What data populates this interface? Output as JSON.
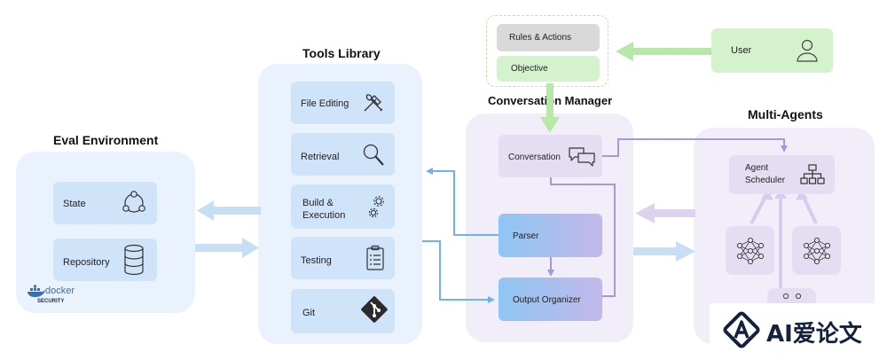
{
  "colors": {
    "blue_panel": "#eaf3fd",
    "blue_card": "#cfe4f9",
    "purple_panel": "#f2eef9",
    "purple_card": "#e5def2",
    "green_card": "#d4f3cd",
    "gray_card": "#d9d9d9",
    "blue_arrow": "#6fb3ee",
    "purple_arrow": "#a799d6",
    "green_arrow": "#b8e8a8"
  },
  "eval_env": {
    "title": "Eval Environment",
    "items": [
      {
        "label": "State",
        "icon": "cycle-nodes-icon"
      },
      {
        "label": "Repository",
        "icon": "database-icon"
      }
    ],
    "docker_logo": "docker",
    "docker_sub": "SECURITY"
  },
  "tools": {
    "title": "Tools Library",
    "items": [
      {
        "label": "File Editing",
        "icon": "hammer-wrench-icon"
      },
      {
        "label": "Retrieval",
        "icon": "magnifier-icon"
      },
      {
        "label": "Build &",
        "label2": "Execution",
        "icon": "gears-icon"
      },
      {
        "label": "Testing",
        "icon": "clipboard-list-icon"
      },
      {
        "label": "Git",
        "icon": "git-icon"
      }
    ]
  },
  "user_block": {
    "rules": "Rules & Actions",
    "objective": "Objective",
    "user": "User"
  },
  "conv": {
    "title": "Conversation Manager",
    "conversation": "Conversation",
    "parser": "Parser",
    "output": "Output Organizer"
  },
  "multi": {
    "title": "Multi-Agents",
    "scheduler1": "Agent",
    "scheduler2": "Scheduler"
  },
  "watermark": "AI爱论文"
}
